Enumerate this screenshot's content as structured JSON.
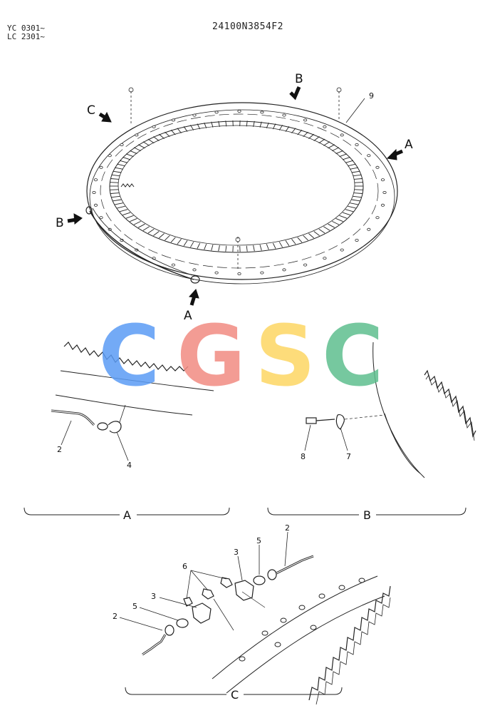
{
  "header": {
    "models": [
      "YC 0301~",
      "LC 2301~"
    ],
    "drawing_number": "24100N3854F2"
  },
  "view_markers": {
    "a": "A",
    "b": "B",
    "c": "C"
  },
  "callouts": {
    "ring": "9",
    "pipe_a": "2",
    "fitting_a": "4",
    "bolt_b": "8",
    "washer_b": "7",
    "nipple_c": "6",
    "adapter_c1": "3",
    "adapter_c2": "3",
    "cap_c1": "5",
    "cap_c2": "5",
    "pipe_c1": "2",
    "pipe_c2": "2"
  },
  "section_labels": {
    "a": "A",
    "b": "B",
    "c": "C"
  },
  "watermark": {
    "letters": [
      "C",
      "G",
      "S",
      "C"
    ],
    "colors": [
      "#5b9cf5",
      "#f28b82",
      "#fdd663",
      "#5fbf8f"
    ]
  }
}
